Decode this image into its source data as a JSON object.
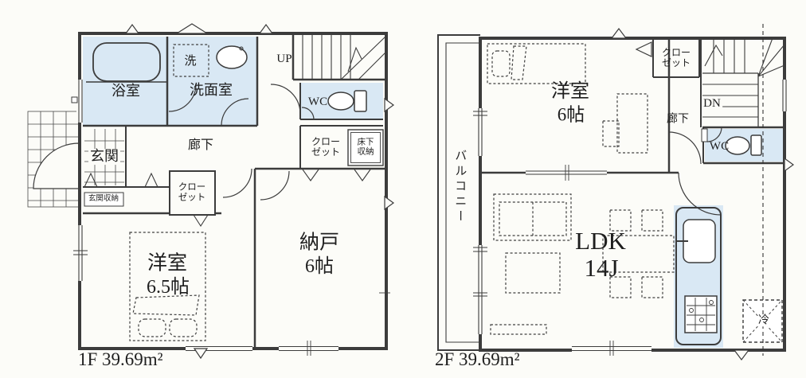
{
  "colors": {
    "wall": "#3c3c3c",
    "wet_area_blue": "#d9e8f4",
    "background": "#fcfcf8",
    "text": "#1e1e1e"
  },
  "floor1": {
    "area_label": "1F 39.69m²",
    "labels": {
      "bathroom": "浴室",
      "laundry": "洗",
      "washroom": "洗面室",
      "stairs_up": "UP",
      "wc": "WC",
      "closet_line1": "クロー",
      "closet_line2": "ゼット",
      "underfloor_line1": "床下",
      "underfloor_line2": "収納",
      "entrance": "玄関",
      "entrance_storage": "玄関収納",
      "hallway": "廊下",
      "closet2_line1": "クロー",
      "closet2_line2": "ゼット",
      "western_room_name": "洋室",
      "western_room_size": "6.5帖",
      "storage_room_name": "納戸",
      "storage_room_size": "6帖"
    }
  },
  "floor2": {
    "area_label": "2F 39.69m²",
    "labels": {
      "balcony": "バルコニー",
      "western_room_name": "洋室",
      "western_room_size": "6帖",
      "closet_line1": "クロー",
      "closet_line2": "ゼット",
      "stairs_down": "DN",
      "hallway": "廊下",
      "wc": "WC",
      "ldk_name": "LDK",
      "ldk_size": "14J",
      "fridge": "冷"
    }
  }
}
